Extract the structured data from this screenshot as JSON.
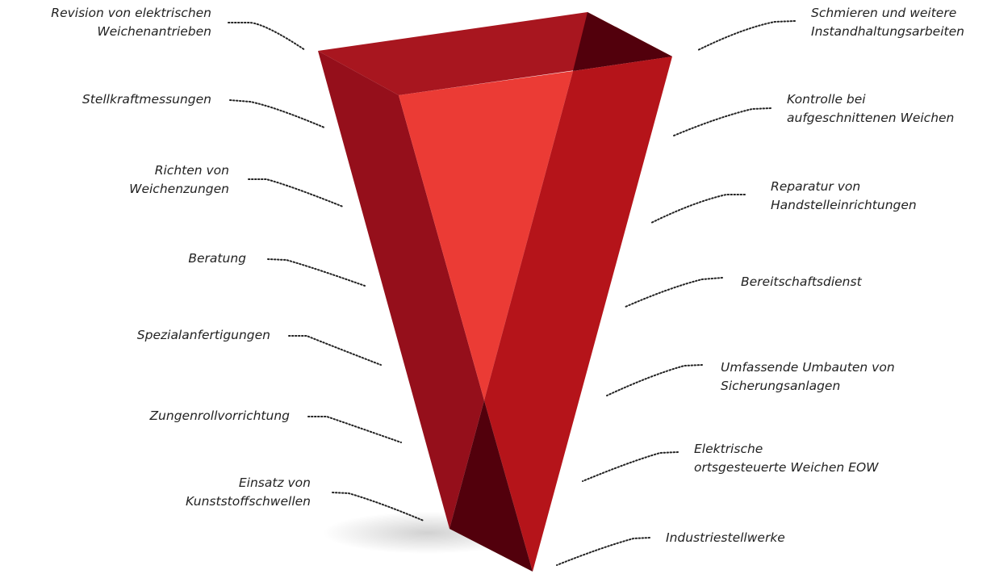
{
  "colors": {
    "pyramid_top_face": "#a8161f",
    "pyramid_left_face": "#950f1b",
    "pyramid_front_face": "#eb3b35",
    "pyramid_right_face": "#b5141a",
    "pyramid_dark_face": "#52000c",
    "leader_line": "#222222",
    "label_text": "#222222"
  },
  "labels_left": [
    {
      "text": "Revision von elektrischen\nWeichenantrieben"
    },
    {
      "text": "Stellkraftmessungen"
    },
    {
      "text": "Richten von\nWeichenzungen"
    },
    {
      "text": "Beratung"
    },
    {
      "text": "Spezialanfertigungen"
    },
    {
      "text": "Zungenrollvorrichtung"
    },
    {
      "text": "Einsatz von\nKunststoffschwellen"
    }
  ],
  "labels_right": [
    {
      "text": "Schmieren und weitere\nInstandhaltungsarbeiten"
    },
    {
      "text": "Kontrolle bei\naufgeschnittenen Weichen"
    },
    {
      "text": "Reparatur von\nHandstelleinrichtungen"
    },
    {
      "text": "Bereitschaftsdienst"
    },
    {
      "text": "Umfassende Umbauten von\nSicherungsanlagen"
    },
    {
      "text": "Elektrische\nortsgesteuerte Weichen EOW"
    },
    {
      "text": "Industriestellwerke"
    }
  ]
}
